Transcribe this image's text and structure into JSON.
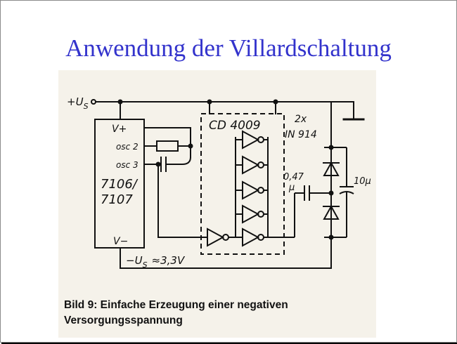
{
  "slide": {
    "title": "Anwendung der Villardschaltung"
  },
  "figure": {
    "labels": {
      "plus_us": "+U",
      "plus_us_sub": "S",
      "v_plus": "V+",
      "osc2": "osc 2",
      "osc3": "osc 3",
      "chip_line1": "7106/",
      "chip_line2": "7107",
      "v_minus": "V−",
      "minus_us": "−U",
      "minus_us_sub": "S",
      "minus_us_value": "≈3,3V",
      "cd4009": "CD 4009",
      "diode_count": "2x",
      "diode_type": "IN 914",
      "cap_value1": "0,47",
      "cap_value2": "µ",
      "cap_c2": "10µ"
    },
    "caption": {
      "line1": "Bild 9:  Einfache Erzeugung einer negativen",
      "line2": "Versorgungsspannung"
    }
  },
  "colors": {
    "title": "#3333cc",
    "ink": "#111111",
    "figure_bg": "#f5f2ea"
  }
}
